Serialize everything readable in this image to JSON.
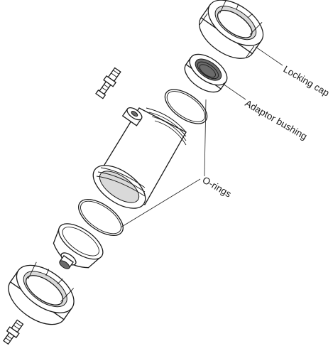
{
  "labels": {
    "locking_cap": "Locking cap",
    "adaptor_bushing": "Adaptor bushing",
    "o_rings": "O-rings"
  },
  "colors": {
    "line": "#1a1a1a",
    "fill": "#ffffff",
    "shade": "#d9d9d9"
  }
}
